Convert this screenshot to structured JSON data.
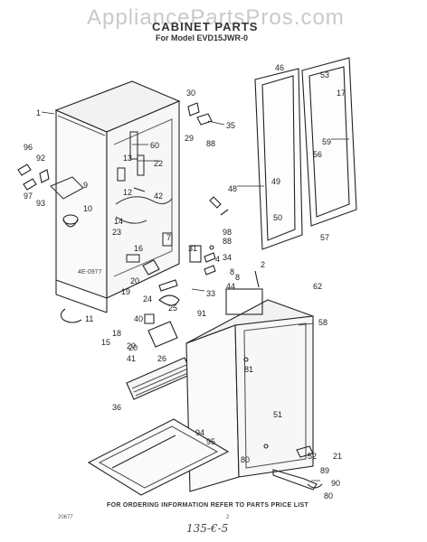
{
  "header": {
    "watermark": "AppliancePartsPros.com",
    "title": "CABINET PARTS",
    "subtitle": "For Model EVD15JWR-0"
  },
  "diagram": {
    "part_labels": [
      "1",
      "96",
      "92",
      "97",
      "93",
      "9",
      "10",
      "60",
      "13",
      "22",
      "12",
      "42",
      "14",
      "23",
      "7",
      "16",
      "20",
      "19",
      "24",
      "33",
      "25",
      "20",
      "40",
      "18",
      "15",
      "11",
      "20",
      "41",
      "26",
      "36",
      "30",
      "29",
      "88",
      "35",
      "31",
      "34",
      "8",
      "98",
      "88",
      "4",
      "8",
      "2",
      "44",
      "62",
      "58",
      "91",
      "81",
      "46",
      "53",
      "17",
      "48",
      "49",
      "50",
      "59",
      "56",
      "57",
      "94",
      "95",
      "51",
      "80",
      "52",
      "21",
      "89",
      "90",
      "80"
    ]
  },
  "footer": {
    "note": "FOR ORDERING INFORMATION REFER TO PARTS PRICE LIST",
    "diagram_code": "4E-0977",
    "corner_code": "20677",
    "page_mark": "2",
    "handwritten": "135-€-5"
  }
}
